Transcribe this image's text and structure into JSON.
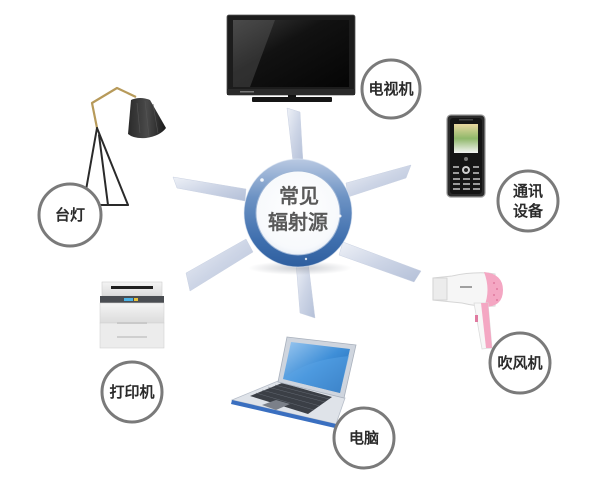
{
  "diagram": {
    "type": "radial-hub",
    "background": "#ffffff",
    "hub": {
      "lines": [
        "常见",
        "辐射源"
      ],
      "ring_color": "#3f6fae",
      "ring_highlight": "#c9d6ea",
      "text_color": "#5a5a5a"
    },
    "ray_color": "#c8d1e4",
    "label_ring_color": "#7a7a7a",
    "items": [
      {
        "id": "tv",
        "lines": [
          "电视机"
        ],
        "icon": "tv-icon"
      },
      {
        "id": "phone",
        "lines": [
          "通讯",
          "设备"
        ],
        "icon": "mobile-phone-icon"
      },
      {
        "id": "hairdryer",
        "lines": [
          "吹风机"
        ],
        "icon": "hair-dryer-icon"
      },
      {
        "id": "computer",
        "lines": [
          "电脑"
        ],
        "icon": "laptop-icon"
      },
      {
        "id": "printer",
        "lines": [
          "打印机"
        ],
        "icon": "printer-icon"
      },
      {
        "id": "lamp",
        "lines": [
          "台灯"
        ],
        "icon": "desk-lamp-icon"
      }
    ]
  }
}
